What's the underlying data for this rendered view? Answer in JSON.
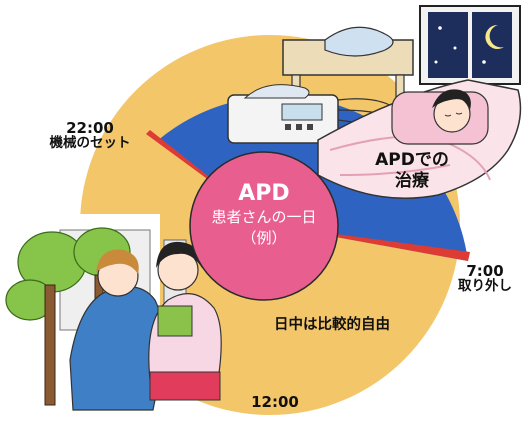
{
  "center": {
    "title": "APD",
    "line1": "患者さんの一日",
    "line2": "（例）"
  },
  "segments": {
    "night_label": [
      "APDでの",
      "治療"
    ],
    "day_label": "日中は比較的自由"
  },
  "time_labels": {
    "setup": {
      "time": "22:00",
      "text": "機械のセット"
    },
    "remove": {
      "time": "7:00",
      "text": "取り外し"
    },
    "noon": {
      "time": "12:00"
    }
  },
  "colors": {
    "night": "#2f63c2",
    "day": "#f3c66a",
    "transition": "#dd3b33",
    "center": "#e85f8f"
  },
  "illustrations": [
    "apd-machine-icon",
    "bed-icon",
    "sleeping-patient-icon",
    "night-window-icon",
    "tree-icon",
    "students-icon",
    "building-icon"
  ]
}
